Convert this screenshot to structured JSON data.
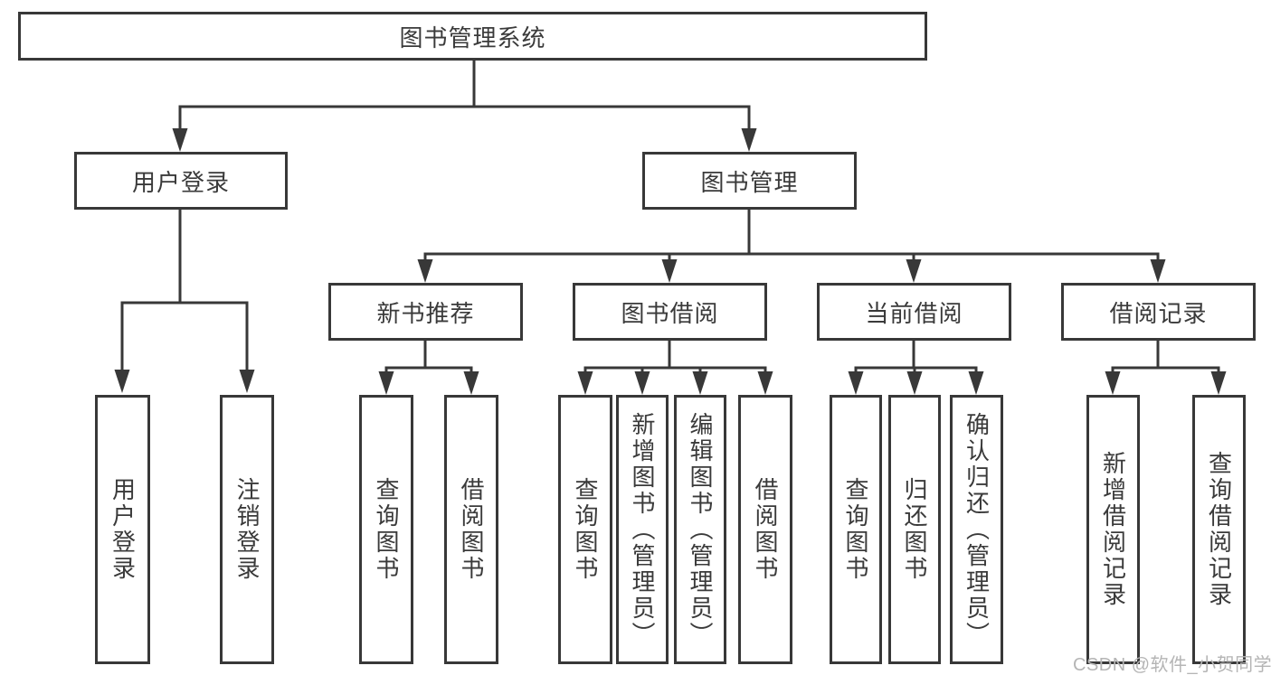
{
  "tree": {
    "root": {
      "label": "图书管理系统"
    },
    "branches": [
      {
        "label": "用户登录",
        "children": [
          {
            "label": "用户登录"
          },
          {
            "label": "注销登录"
          }
        ]
      },
      {
        "label": "图书管理",
        "children": [
          {
            "label": "新书推荐",
            "children": [
              {
                "label": "查询图书"
              },
              {
                "label": "借阅图书"
              }
            ]
          },
          {
            "label": "图书借阅",
            "children": [
              {
                "label": "查询图书"
              },
              {
                "label": "新增图书（管理员）"
              },
              {
                "label": "编辑图书（管理员）"
              },
              {
                "label": "借阅图书"
              }
            ]
          },
          {
            "label": "当前借阅",
            "children": [
              {
                "label": "查询图书"
              },
              {
                "label": "归还图书"
              },
              {
                "label": "确认归还（管理员）"
              }
            ]
          },
          {
            "label": "借阅记录",
            "children": [
              {
                "label": "新增借阅记录"
              },
              {
                "label": "查询借阅记录"
              }
            ]
          }
        ]
      }
    ]
  },
  "watermark": {
    "text": "CSDN @软件_小贺同学",
    "color": "#b5b5b5"
  },
  "colors": {
    "line": "#383838",
    "border": "#383838",
    "text": "#3a3a3a",
    "background": "#ffffff"
  }
}
